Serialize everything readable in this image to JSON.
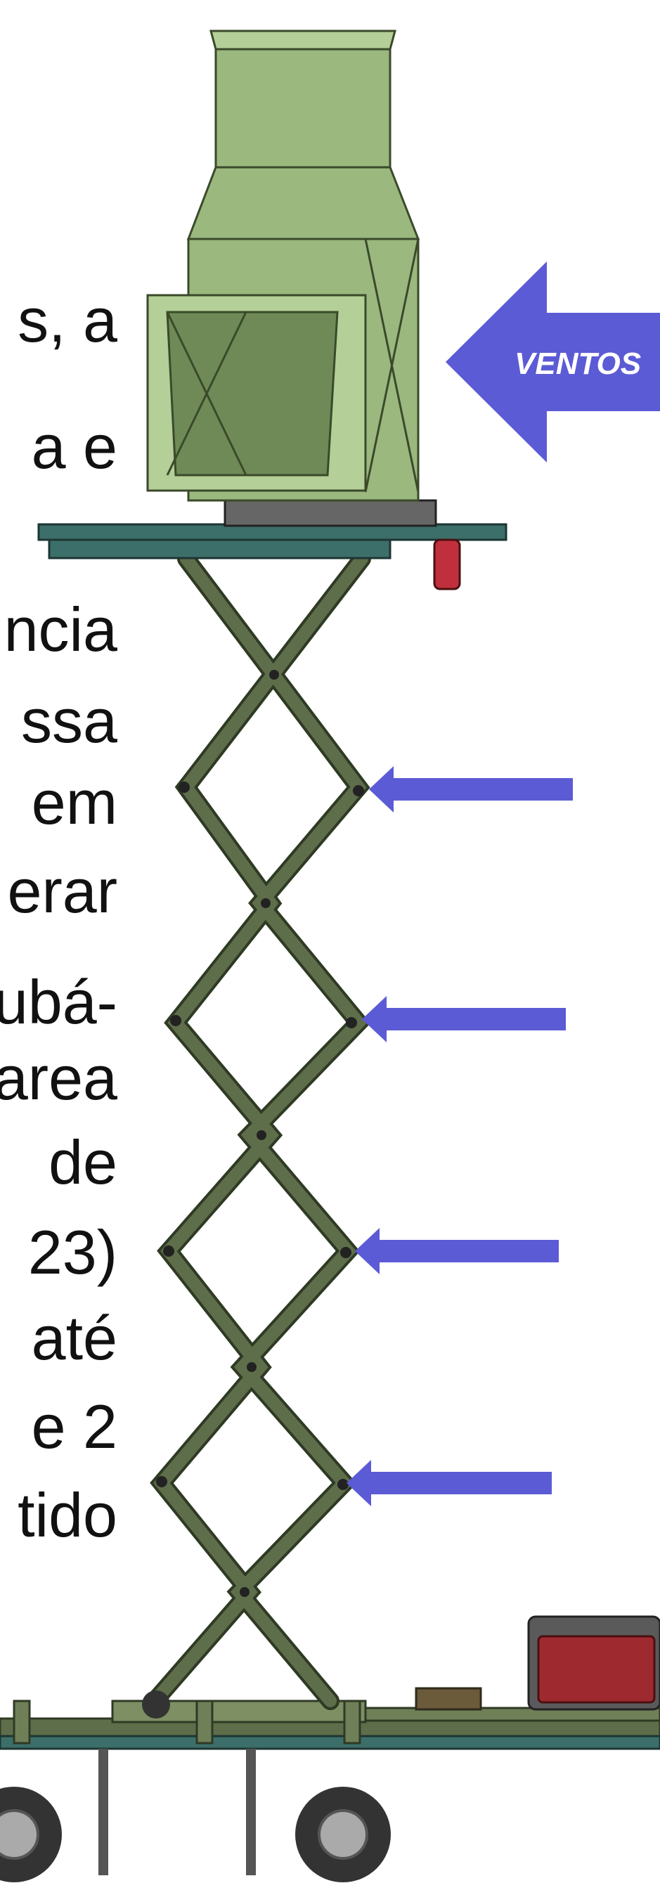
{
  "text_lines": [
    "s, a",
    "a e",
    "ncia",
    "ssa",
    "em",
    "erar",
    "ubá-",
    "area",
    "de",
    "23)",
    "até",
    "e 2",
    "tido"
  ],
  "wind_label": "VENTOS",
  "colors": {
    "arrow": "#5b5bd6",
    "frame": "#5e6e4a",
    "frame_dark": "#2f3a24",
    "fan_body": "#9bb87f",
    "fan_light": "#b4cf97",
    "fan_dark": "#6f8a57",
    "platform": "#3d6f6a",
    "motor": "#c0303c",
    "generator": "#9e2a2f",
    "tire": "#333333",
    "hub": "#aaaaaa"
  },
  "side_arrow_count": 4
}
